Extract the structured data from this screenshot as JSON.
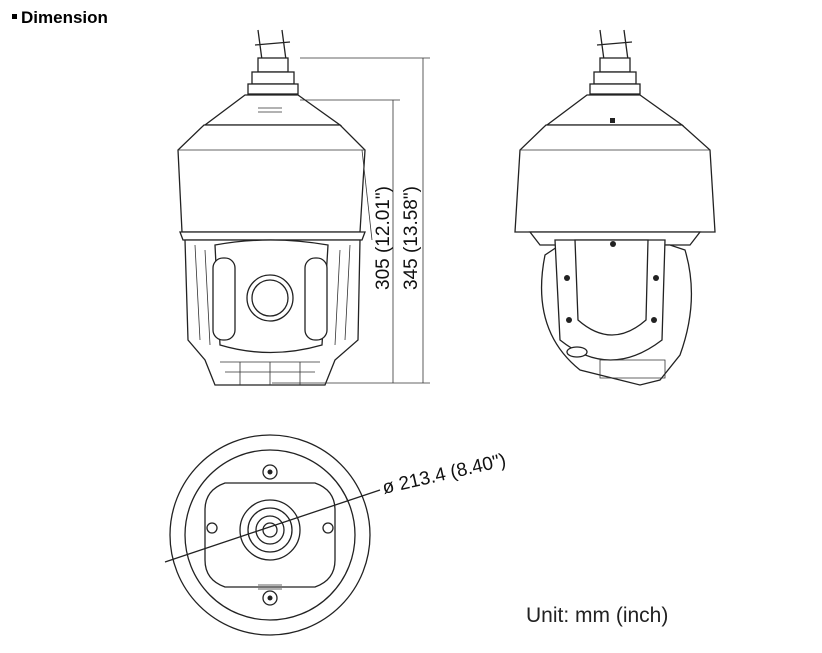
{
  "section_title": "Dimension",
  "dimensions": {
    "height_body": "305 (12.01\")",
    "height_total": "345 (13.58\")",
    "diameter": "ø 213.4 (8.40\")"
  },
  "unit_label": "Unit: mm (inch)"
}
